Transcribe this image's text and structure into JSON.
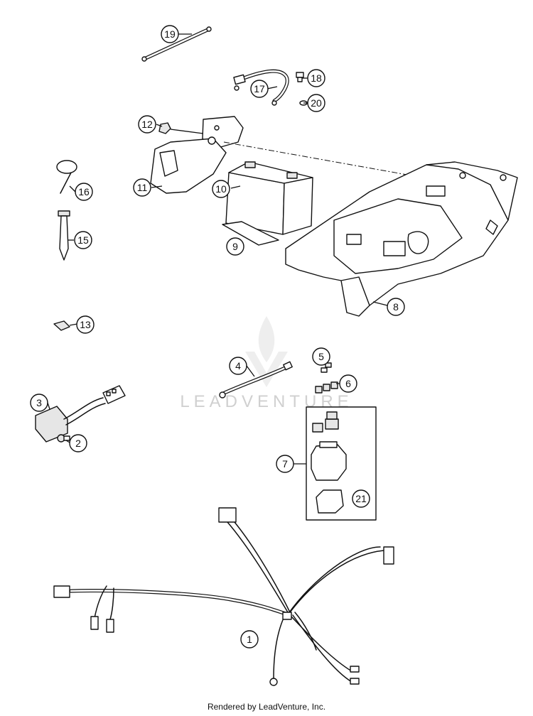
{
  "watermark": {
    "text": "LEADVENTURE"
  },
  "footer": {
    "credit": "Rendered by LeadVenture, Inc."
  },
  "callouts": [
    "1",
    "2",
    "3",
    "4",
    "5",
    "6",
    "7",
    "8",
    "9",
    "10",
    "11",
    "12",
    "13",
    "15",
    "16",
    "17",
    "18",
    "19",
    "20",
    "21"
  ],
  "colors": {
    "line": "#111111",
    "watermark": "#d0d0d0",
    "background": "#ffffff"
  }
}
